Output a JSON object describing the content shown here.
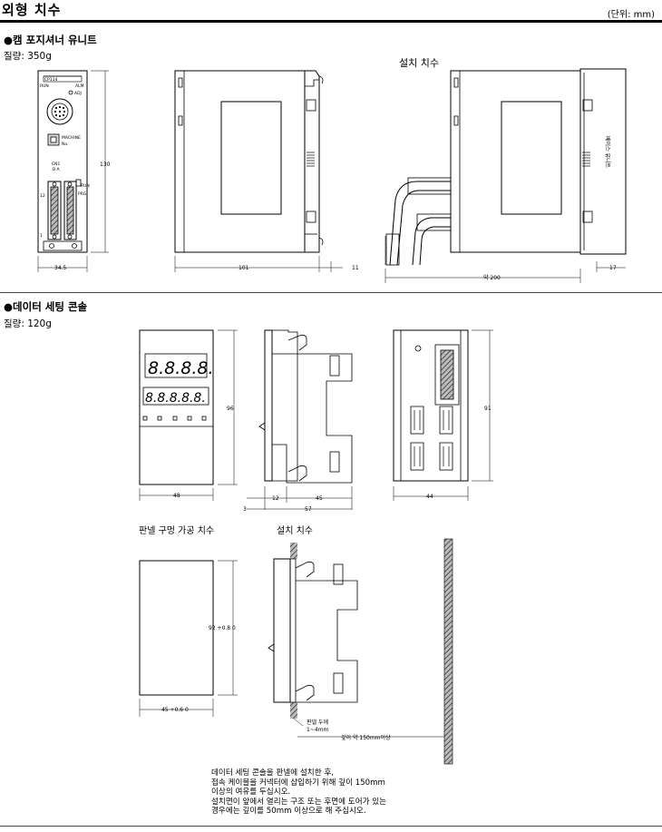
{
  "header": {
    "title": "외형 치수",
    "unit": "(단위: mm)"
  },
  "section1": {
    "title": "●캠 포지셔너 유니트",
    "weight": "질량: 350g",
    "install_label": "설치 치수",
    "module": {
      "model": "CP114",
      "run": "RUN",
      "alm": "ALM",
      "adj": "ADJ",
      "machine_no": "MACHINE",
      "no": "No.",
      "cn1": "CN1",
      "ba": "B  A",
      "pin12": "12",
      "pin1": "1",
      "run_sw": "RUN",
      "prg_sw": "PRG"
    },
    "dims": {
      "height": "130",
      "width": "34.5",
      "depth": "101",
      "protrusion": "11",
      "install_depth": "약 200",
      "base_offset": "17"
    },
    "base_unit_label": "베이스 유니트"
  },
  "section2": {
    "title": "●데이터 세팅 콘솔",
    "weight": "질량: 120g",
    "display_top": "8.8.8.8.",
    "display_bottom": "8.8.8.8.8.",
    "dims": {
      "front_height": "96",
      "front_width": "48",
      "side_a": "12",
      "side_b": "45",
      "side_c": "3",
      "side_d": "57",
      "rear_height": "91",
      "rear_width": "44",
      "cut_height": "92 +0.8 0",
      "cut_width": "45 +0.6 0"
    },
    "panel_cut_label": "판넬 구멍 가공 치수",
    "install_label": "설치 치수",
    "panel_thickness": "판넬 두께",
    "panel_thickness_range": "1~4mm",
    "depth_note": "깊이 약 150mm이상",
    "notes": [
      "데이터 세팅 콘솔을 판넬에 설치한 후,",
      "접속 케이블을 커넥터에 삽입하기 위해 깊이 150mm",
      "이상의 여유를 두십시오.",
      "설치면이 앞에서 열리는 구조 또는 후면에 도어가 있는",
      "경우에는 깊이를 50mm 이상으로 해 주십시오."
    ]
  }
}
